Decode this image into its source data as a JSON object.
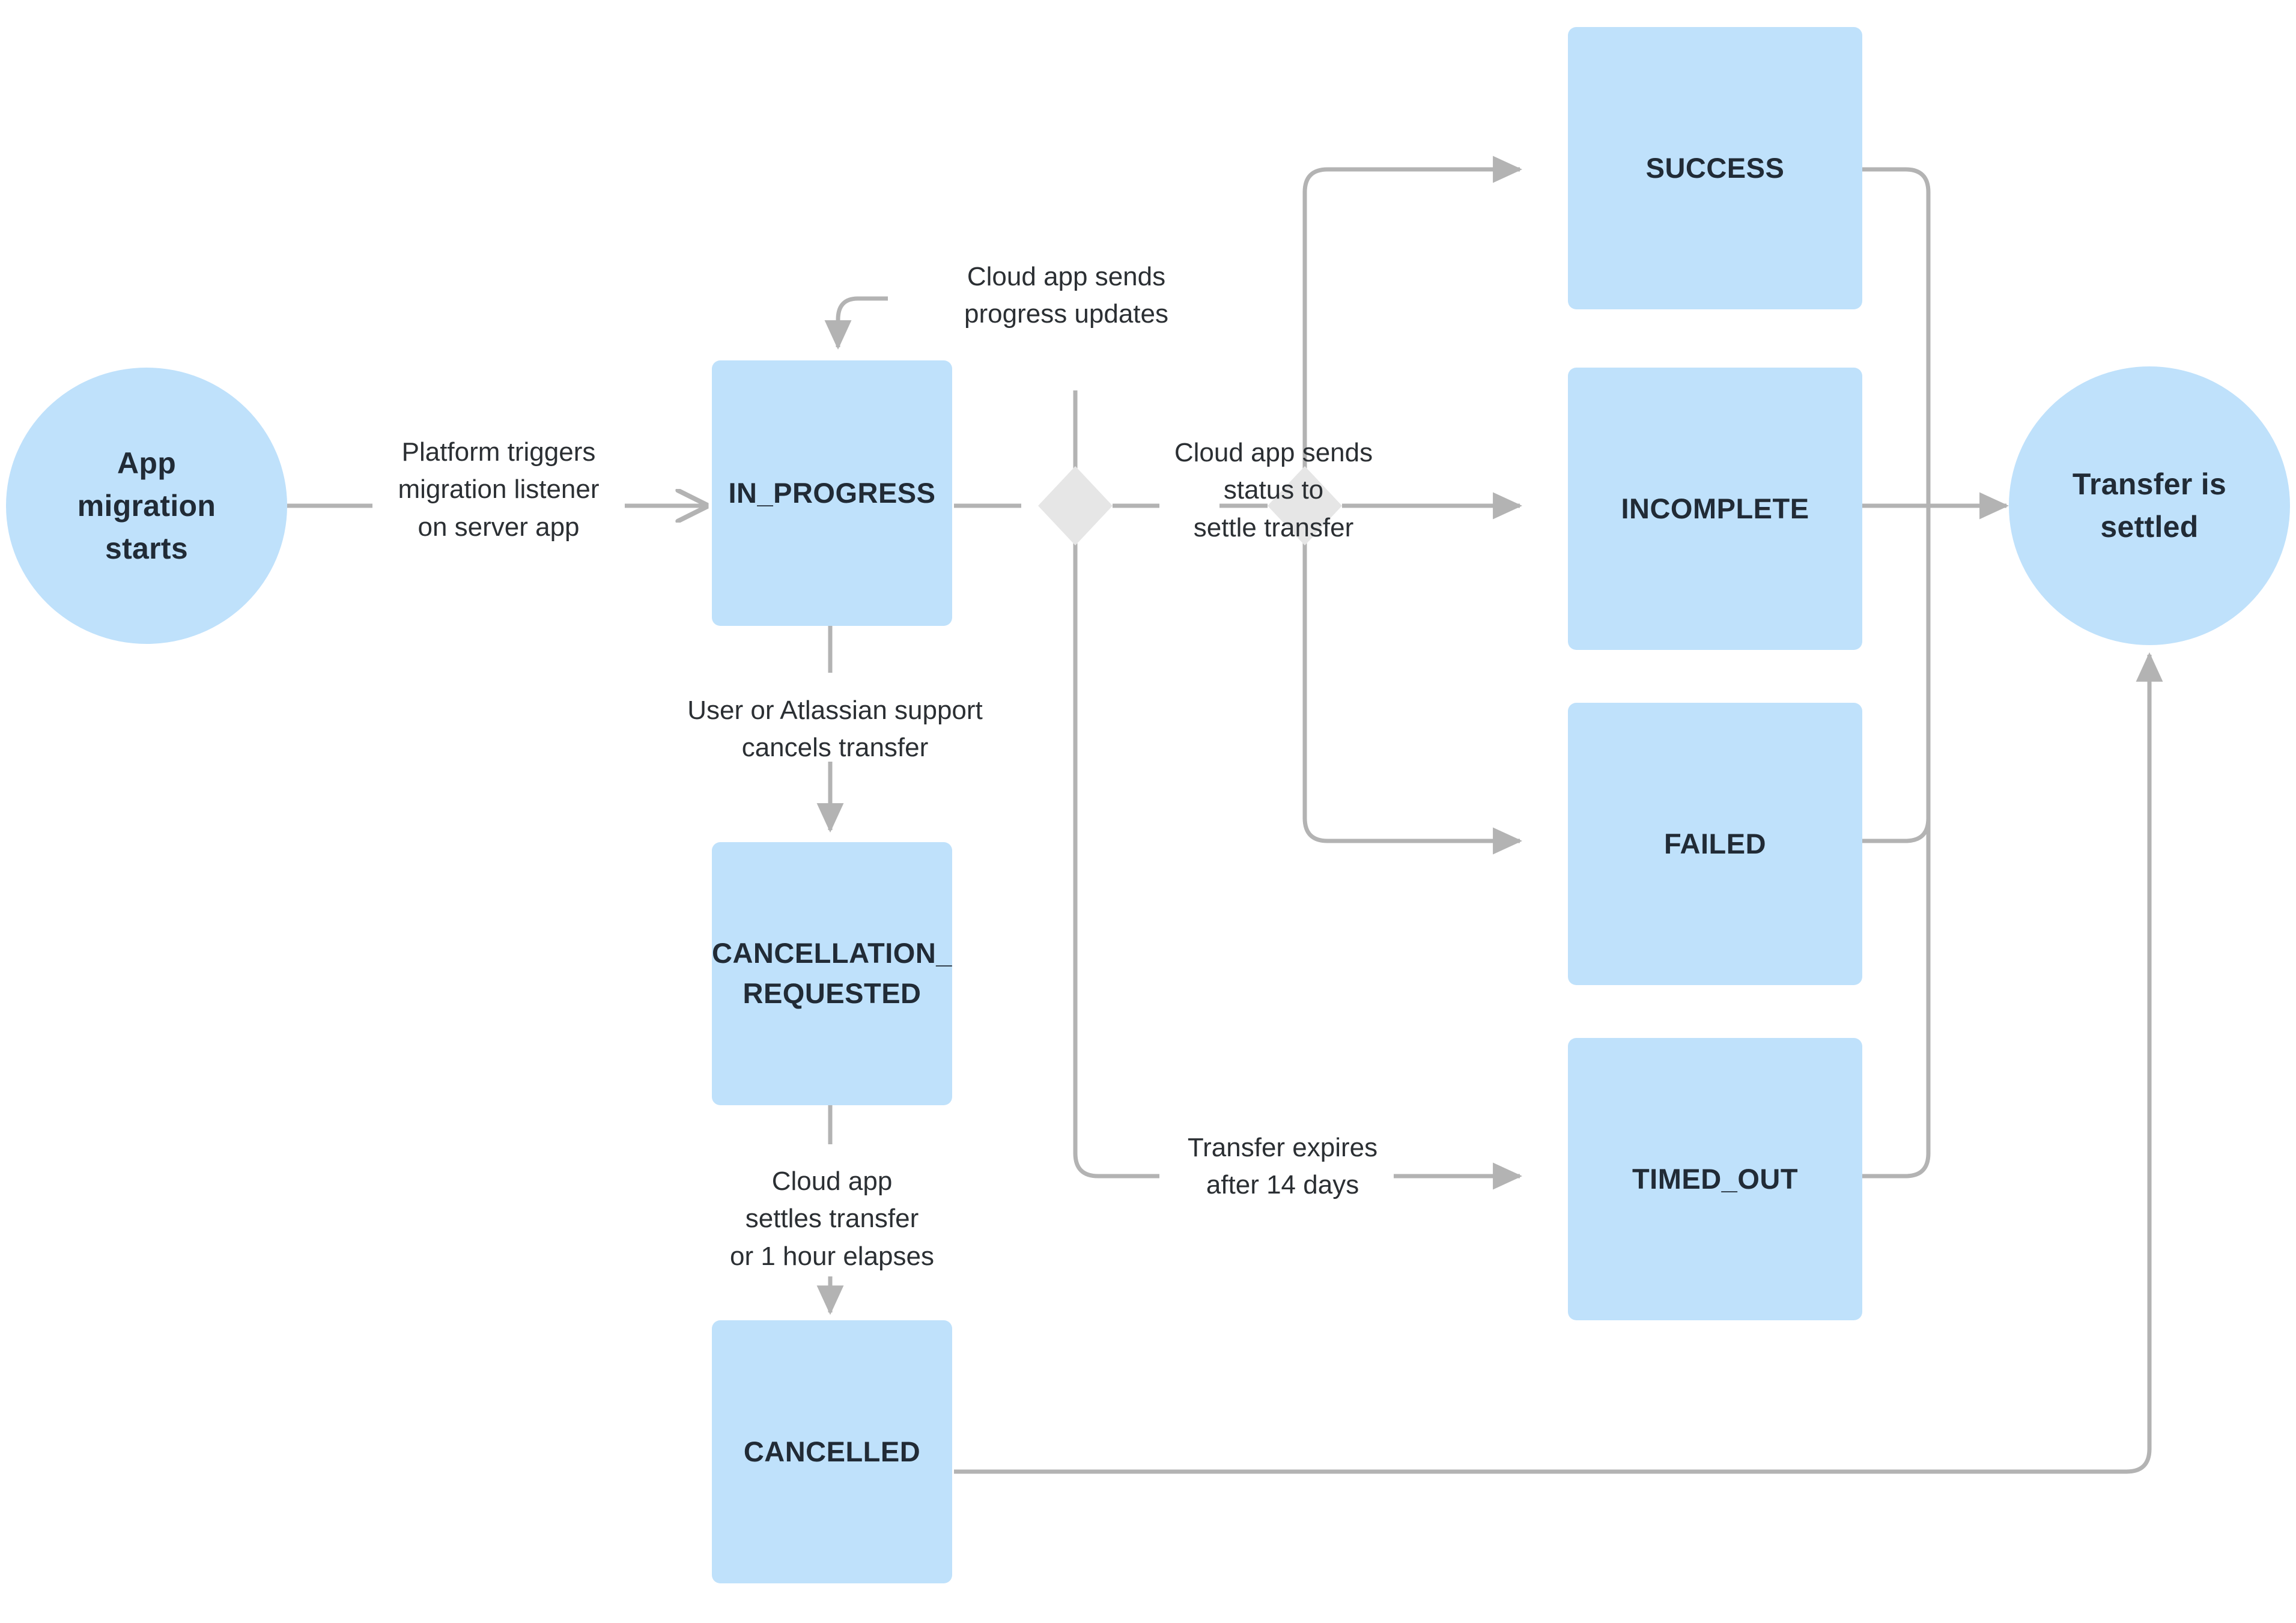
{
  "diagram": {
    "title": "App migration transfer status flow",
    "colors": {
      "node_fill": "#bfe1fb",
      "decision_fill": "#e6e6e6",
      "edge_stroke": "#b3b3b3",
      "text": "#212b36",
      "label_text": "#2b2f33",
      "background": "#ffffff"
    },
    "nodes": [
      {
        "id": "start",
        "shape": "circle",
        "label": "App\nmigration\nstarts"
      },
      {
        "id": "in_progress",
        "shape": "rect",
        "label": "IN_PROGRESS"
      },
      {
        "id": "decision_1",
        "shape": "diamond",
        "label": ""
      },
      {
        "id": "decision_2",
        "shape": "diamond",
        "label": ""
      },
      {
        "id": "success",
        "shape": "rect",
        "label": "SUCCESS"
      },
      {
        "id": "incomplete",
        "shape": "rect",
        "label": "INCOMPLETE"
      },
      {
        "id": "failed",
        "shape": "rect",
        "label": "FAILED"
      },
      {
        "id": "timed_out",
        "shape": "rect",
        "label": "TIMED_OUT"
      },
      {
        "id": "cancellation_requested",
        "shape": "rect",
        "label": "CANCELLATION_\nREQUESTED"
      },
      {
        "id": "cancelled",
        "shape": "rect",
        "label": "CANCELLED"
      },
      {
        "id": "end",
        "shape": "circle",
        "label": "Transfer is\nsettled"
      }
    ],
    "edge_labels": [
      {
        "id": "start_to_in_progress",
        "text": "Platform triggers\nmigration listener\non server app"
      },
      {
        "id": "progress_updates_loop",
        "text": "Cloud app sends\nprogress updates"
      },
      {
        "id": "settle_transfer",
        "text": "Cloud app sends\nstatus to\nsettle transfer"
      },
      {
        "id": "cancel_transfer",
        "text": "User or Atlassian support\ncancels transfer"
      },
      {
        "id": "settles_or_elapses",
        "text": "Cloud app\nsettles transfer\nor 1 hour elapses"
      },
      {
        "id": "transfer_expires",
        "text": "Transfer expires\nafter 14 days"
      }
    ]
  }
}
